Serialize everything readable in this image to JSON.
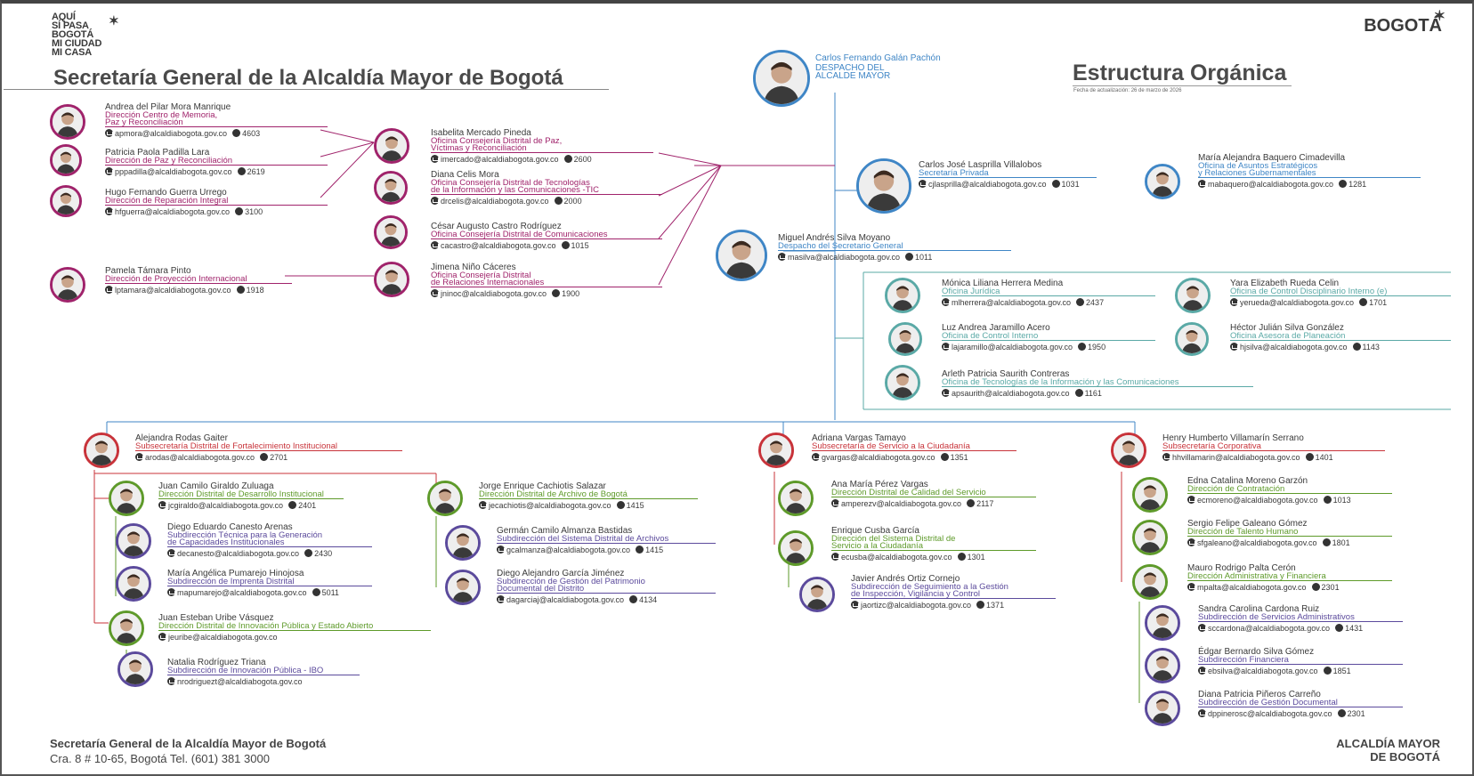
{
  "colors": {
    "magenta": "#a0236b",
    "blue": "#3f86c6",
    "teal": "#5aa9a6",
    "red": "#c8333a",
    "green": "#5e9a2a",
    "purple": "#5b4a9c",
    "grey": "#666666"
  },
  "header": {
    "logo_left_lines": [
      "AQUÍ",
      "SÍ PASA",
      "BOGOTÁ",
      "MI CIUDAD",
      "MI CASA"
    ],
    "logo_right": "BOGOTÁ",
    "main_title": "Secretaría General de la Alcaldía Mayor de Bogotá",
    "structure_title": "Estructura Orgánica",
    "update_date": "Fecha de actualización: 26 de marzo de 2026"
  },
  "mayor": {
    "name": "Carlos Fernando Galán Pachón",
    "role_line1": "DESPACHO DEL",
    "role_line2": "ALCALDE MAYOR"
  },
  "people": [
    {
      "id": "apmora",
      "name": "Andrea del Pilar Mora Manrique",
      "role": [
        "Dirección Centro de Memoria,",
        "Paz y Reconciliación"
      ],
      "email": "apmora@alcaldiabogota.gov.co",
      "ext": "4603",
      "color": "magenta"
    },
    {
      "id": "pppadilla",
      "name": "Patricia Paola Padilla Lara",
      "role": [
        "Dirección de Paz y Reconciliación"
      ],
      "email": "pppadilla@alcaldiabogota.gov.co",
      "ext": "2619",
      "color": "magenta"
    },
    {
      "id": "hfguerra",
      "name": "Hugo Fernando Guerra Urrego",
      "role": [
        "Dirección de Reparación Integral"
      ],
      "email": "hfguerra@alcaldiabogota.gov.co",
      "ext": "3100",
      "color": "magenta"
    },
    {
      "id": "lptamara",
      "name": "Pamela Támara Pinto",
      "role": [
        "Dirección de Proyección Internacional"
      ],
      "email": "lptamara@alcaldiabogota.gov.co",
      "ext": "1918",
      "color": "magenta"
    },
    {
      "id": "imercado",
      "name": "Isabelita Mercado Pineda",
      "role": [
        "Oficina Consejería Distrital de Paz,",
        "Víctimas y Reconciliación"
      ],
      "email": "imercado@alcaldiabogota.gov.co",
      "ext": "2600",
      "color": "magenta"
    },
    {
      "id": "drcelis",
      "name": "Diana Celis Mora",
      "role": [
        "Oficina Consejería Distrital de Tecnologías",
        "de la Información y las Comunicaciones -TIC"
      ],
      "email": "drcelis@alcaldiabogota.gov.co",
      "ext": "2000",
      "color": "magenta"
    },
    {
      "id": "cacastro",
      "name": "César Augusto Castro Rodríguez",
      "role": [
        "Oficina Consejería Distrital de Comunicaciones"
      ],
      "email": "cacastro@alcaldiabogota.gov.co",
      "ext": "1015",
      "color": "magenta"
    },
    {
      "id": "jninoc",
      "name": "Jimena Niño Cáceres",
      "role": [
        "Oficina Consejería Distrital",
        "de Relaciones Internacionales"
      ],
      "email": "jninoc@alcaldiabogota.gov.co",
      "ext": "1900",
      "color": "magenta"
    },
    {
      "id": "cjlasprilla",
      "name": "Carlos José Lasprilla Villalobos",
      "role": [
        "Secretaría Privada"
      ],
      "email": "cjlasprilla@alcaldiabogota.gov.co",
      "ext": "1031",
      "color": "blue"
    },
    {
      "id": "mabaquero",
      "name": "María Alejandra Baquero Cimadevilla",
      "role": [
        "Oficina de Asuntos Estratégicos",
        "y Relaciones Gubernamentales"
      ],
      "email": "mabaquero@alcaldiabogota.gov.co",
      "ext": "1281",
      "color": "blue"
    },
    {
      "id": "masilva",
      "name": "Miguel Andrés Silva Moyano",
      "role": [
        "Despacho del Secretario General"
      ],
      "email": "masilva@alcaldiabogota.gov.co",
      "ext": "1011",
      "color": "blue"
    },
    {
      "id": "mlherrera",
      "name": "Mónica Liliana Herrera Medina",
      "role": [
        "Oficina Jurídica"
      ],
      "email": "mlherrera@alcaldiabogota.gov.co",
      "ext": "2437",
      "color": "teal"
    },
    {
      "id": "yerueda",
      "name": "Yara Elizabeth Rueda Celin",
      "role": [
        "Oficina de Control Disciplinario Interno (e)"
      ],
      "email": "yerueda@alcaldiabogota.gov.co",
      "ext": "1701",
      "color": "teal"
    },
    {
      "id": "lajaramillo",
      "name": "Luz Andrea Jaramillo Acero",
      "role": [
        "Oficina de Control Interno"
      ],
      "email": "lajaramillo@alcaldiabogota.gov.co",
      "ext": "1950",
      "color": "teal"
    },
    {
      "id": "hjsilva",
      "name": "Héctor Julián Silva González",
      "role": [
        "Oficina Asesora de Planeación"
      ],
      "email": "hjsilva@alcaldiabogota.gov.co",
      "ext": "1143",
      "color": "teal"
    },
    {
      "id": "apsaurith",
      "name": "Arleth Patricia Saurith Contreras",
      "role": [
        "Oficina de Tecnologías de la Información y las Comunicaciones"
      ],
      "email": "apsaurith@alcaldiabogota.gov.co",
      "ext": "1161",
      "color": "teal"
    },
    {
      "id": "arodas",
      "name": "Alejandra Rodas Gaiter",
      "role": [
        "Subsecretaría Distrital de Fortalecimiento Institucional"
      ],
      "email": "arodas@alcaldiabogota.gov.co",
      "ext": "2701",
      "color": "red"
    },
    {
      "id": "jcgiraldo",
      "name": "Juan Camilo Giraldo Zuluaga",
      "role": [
        "Dirección Distrital de Desarrollo Institucional"
      ],
      "email": "jcgiraldo@alcaldiabogota.gov.co",
      "ext": "2401",
      "color": "green"
    },
    {
      "id": "decanesto",
      "name": "Diego Eduardo Canesto Arenas",
      "role": [
        "Subdirección Técnica para la Generación",
        "de Capacidades Institucionales"
      ],
      "email": "decanesto@alcaldiabogota.gov.co",
      "ext": "2430",
      "color": "purple"
    },
    {
      "id": "mapumarejo",
      "name": "María Angélica Pumarejo Hinojosa",
      "role": [
        "Subdirección de Imprenta Distrital"
      ],
      "email": "mapumarejo@alcaldiabogota.gov.co",
      "ext": "5011",
      "color": "purple"
    },
    {
      "id": "jeuribe",
      "name": "Juan Esteban Uribe Vásquez",
      "role": [
        "Dirección Distrital de Innovación Pública y Estado Abierto"
      ],
      "email": "jeuribe@alcaldiabogota.gov.co",
      "ext": "",
      "color": "green"
    },
    {
      "id": "nrodriguezt",
      "name": "Natalia Rodríguez Triana",
      "role": [
        "Subdirección de Innovación Pública - IBO"
      ],
      "email": "nrodriguezt@alcaldiabogota.gov.co",
      "ext": "",
      "color": "purple"
    },
    {
      "id": "jecachiotis",
      "name": "Jorge Enrique Cachiotis Salazar",
      "role": [
        "Dirección Distrital de Archivo de Bogotá"
      ],
      "email": "jecachiotis@alcaldiabogota.gov.co",
      "ext": "1415",
      "color": "green"
    },
    {
      "id": "gcalmanza",
      "name": "Germán Camilo Almanza Bastidas",
      "role": [
        "Subdirección del Sistema Distrital de Archivos"
      ],
      "email": "gcalmanza@alcaldiabogota.gov.co",
      "ext": "1415",
      "color": "purple"
    },
    {
      "id": "dagarciaj",
      "name": "Diego Alejandro García Jiménez",
      "role": [
        "Subdirección de Gestión del Patrimonio",
        "Documental del Distrito"
      ],
      "email": "dagarciaj@alcaldiabogota.gov.co",
      "ext": "4134",
      "color": "purple"
    },
    {
      "id": "gvargas",
      "name": "Adriana Vargas Tamayo",
      "role": [
        "Subsecretaría de Servicio a la Ciudadanía"
      ],
      "email": "gvargas@alcaldiabogota.gov.co",
      "ext": "1351",
      "color": "red"
    },
    {
      "id": "amperezv",
      "name": "Ana María Pérez Vargas",
      "role": [
        "Dirección Distrital de Calidad del Servicio"
      ],
      "email": "amperezv@alcaldiabogota.gov.co",
      "ext": "2117",
      "color": "green"
    },
    {
      "id": "ecusba",
      "name": "Enrique Cusba García",
      "role": [
        "Dirección del Sistema Distrital de",
        "Servicio a la Ciudadanía"
      ],
      "email": "ecusba@alcaldiabogota.gov.co",
      "ext": "1301",
      "color": "green"
    },
    {
      "id": "jaortizc",
      "name": "Javier Andrés Ortiz Cornejo",
      "role": [
        "Subdirección de Seguimiento a la Gestión",
        "de Inspección, Vigilancia y Control"
      ],
      "email": "jaortizc@alcaldiabogota.gov.co",
      "ext": "1371",
      "color": "purple"
    },
    {
      "id": "hhvillamarin",
      "name": "Henry Humberto Villamarín Serrano",
      "role": [
        "Subsecretaría Corporativa"
      ],
      "email": "hhvillamarin@alcaldiabogota.gov.co",
      "ext": "1401",
      "color": "red"
    },
    {
      "id": "ecmoreno",
      "name": "Edna Catalina Moreno Garzón",
      "role": [
        "Dirección de Contratación"
      ],
      "email": "ecmoreno@alcaldiabogota.gov.co",
      "ext": "1013",
      "color": "green"
    },
    {
      "id": "sfgaleano",
      "name": "Sergio Felipe Galeano Gómez",
      "role": [
        "Dirección de Talento Humano"
      ],
      "email": "sfgaleano@alcaldiabogota.gov.co",
      "ext": "1801",
      "color": "green"
    },
    {
      "id": "mpalta",
      "name": "Mauro Rodrigo Palta Cerón",
      "role": [
        "Dirección Administrativa y Financiera"
      ],
      "email": "mpalta@alcaldiabogota.gov.co",
      "ext": "2301",
      "color": "green"
    },
    {
      "id": "sccardona",
      "name": "Sandra Carolina Cardona Ruiz",
      "role": [
        "Subdirección de Servicios Administrativos"
      ],
      "email": "sccardona@alcaldiabogota.gov.co",
      "ext": "1431",
      "color": "purple"
    },
    {
      "id": "ebsilva",
      "name": "Édgar Bernardo Silva Gómez",
      "role": [
        "Subdirección Financiera"
      ],
      "email": "ebsilva@alcaldiabogota.gov.co",
      "ext": "1851",
      "color": "purple"
    },
    {
      "id": "dppineros",
      "name": "Diana Patricia Piñeros Carreño",
      "role": [
        "Subdirección de Gestión Documental"
      ],
      "email": "dppinerosc@alcaldiabogota.gov.co",
      "ext": "2301",
      "color": "purple"
    }
  ],
  "footer": {
    "org_name": "Secretaría General de la Alcaldía Mayor de Bogotá",
    "address": "Cra. 8 # 10-65, Bogotá  Tel. (601) 381 3000",
    "brand_line1": "ALCALDÍA MAYOR",
    "brand_line2": "DE BOGOTÁ"
  }
}
